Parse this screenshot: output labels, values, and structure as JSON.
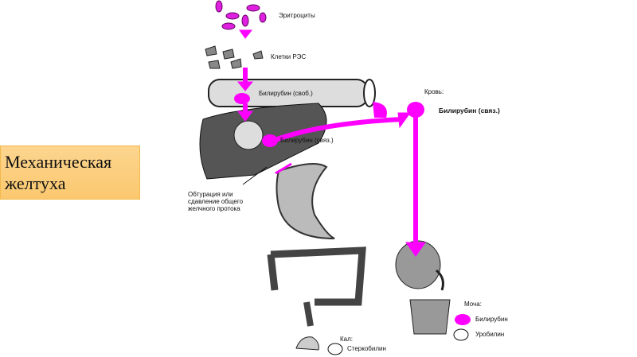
{
  "slide_title": "Механическая желтуха",
  "labels": {
    "erythrocytes": "Эритроциты",
    "res_cells": "Клетки РЭС",
    "bilirubin_free": "Билирубин (своб.)",
    "blood": "Кровь:",
    "bilirubin_bound_blood": "Билирубин (связ.)",
    "bilirubin_bound_liver": "Билирубин (связ.)",
    "obstruction": "Обтурация или сдавление общего желчного протока",
    "urine": "Моча:",
    "urine_bilirubin": "Билирубин",
    "urine_urobilin": "Уробилин",
    "feces": "Кал:",
    "stercobilin": "Стеркобилин"
  },
  "colors": {
    "accent": "#ff00ff",
    "title_box": "#fbc86f"
  }
}
